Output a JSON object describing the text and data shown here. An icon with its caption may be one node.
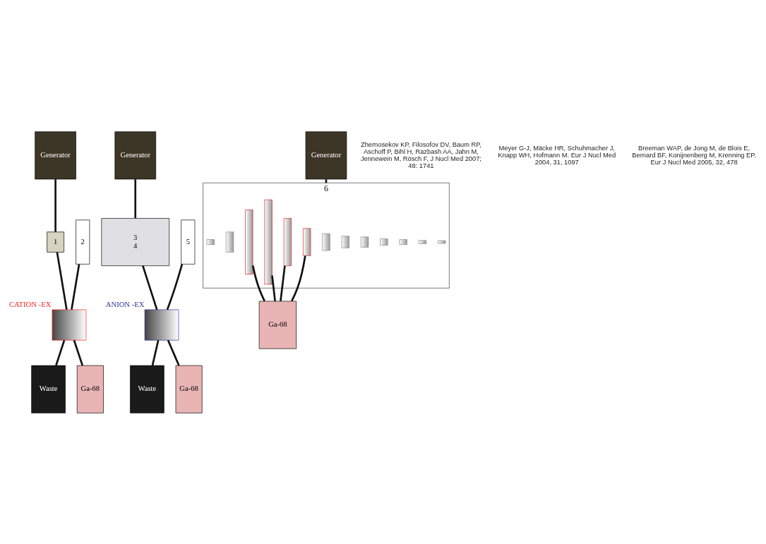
{
  "diagram": {
    "nodes": [
      {
        "text": [
          "Generator"
        ]
      },
      {
        "text": [
          "1"
        ]
      },
      {
        "text": [
          "2"
        ]
      },
      {
        "text": [],
        "shape": "box",
        "beside": [
          "CATION -EX"
        ]
      },
      {
        "text": [
          "Waste"
        ]
      },
      {
        "text": [
          "Ga-68"
        ]
      },
      {
        "text": [
          "Generator"
        ]
      },
      {
        "text": [
          "3",
          "4"
        ]
      },
      {
        "text": [
          "5"
        ]
      },
      {
        "text": [],
        "shape": "box",
        "beside": [
          "ANION -EX"
        ]
      },
      {
        "text": [
          "Waste"
        ]
      },
      {
        "text": [
          "Ga-68"
        ]
      },
      {
        "text": [
          "Generator"
        ]
      },
      {
        "text": [
          "6"
        ]
      },
      {
        "text": [],
        "shape": "bar",
        "in": 13
      },
      {
        "text": [],
        "shape": "bar",
        "in": 13
      },
      {
        "text": [],
        "shape": "bar",
        "in": 13
      },
      {
        "text": [],
        "shape": "bar",
        "in": 13
      },
      {
        "text": [],
        "shape": "bar",
        "in": 13
      },
      {
        "text": [],
        "shape": "bar",
        "in": 13
      },
      {
        "text": [],
        "shape": "bar",
        "in": 13
      },
      {
        "text": [],
        "shape": "bar",
        "in": 13
      },
      {
        "text": [],
        "shape": "bar",
        "in": 13
      },
      {
        "text": [],
        "shape": "bar",
        "in": 13
      },
      {
        "text": [],
        "shape": "bar",
        "in": 13
      },
      {
        "text": [],
        "shape": "bar",
        "in": 13
      },
      {
        "text": [],
        "shape": "bar",
        "in": 13
      },
      {
        "text": [
          "Ga-68"
        ]
      }
    ],
    "edges": [
      {
        "from": 0,
        "to": 1,
        "arrow": "none"
      },
      {
        "from": 1,
        "to": 3,
        "arrow": "none"
      },
      {
        "from": 3,
        "to": 4,
        "arrow": "none"
      },
      {
        "from": 2,
        "to": 3,
        "arrow": "none"
      },
      {
        "from": 3,
        "to": 5,
        "arrow": "none"
      },
      {
        "from": 6,
        "to": 7,
        "arrow": "none"
      },
      {
        "from": 7,
        "to": 9,
        "arrow": "none"
      },
      {
        "from": 9,
        "to": 10,
        "arrow": "none"
      },
      {
        "from": 8,
        "to": 9,
        "arrow": "none"
      },
      {
        "from": 9,
        "to": 11,
        "arrow": "none"
      },
      {
        "from": 12,
        "to": 13,
        "arrow": "none"
      },
      {
        "from": 16,
        "to": 27,
        "arrow": "none"
      },
      {
        "from": 17,
        "to": 27,
        "arrow": "none"
      },
      {
        "from": 18,
        "to": 27,
        "arrow": "none"
      },
      {
        "from": 19,
        "to": 27,
        "arrow": "none"
      }
    ],
    "labels": [
      "Zhernosekov KP, Filosofov DV, Baum RP, Aschoff P, Bihl H, Razbash AA, Jahn M, Jennewein M, Rösch F, J Nucl Med 2007; 48: 1741",
      "Meyer G-J, Mäcke HR, Schuhmacher J, Knapp WH, Hofmann M. Eur J Nucl Med 2004, 31, 1097",
      "Breeman WAP, de Jong M, de Blois E, Bernard BF, Konijnenberg M, Krenning EP. Eur J Nucl Med 2005, 32, 478"
    ]
  }
}
